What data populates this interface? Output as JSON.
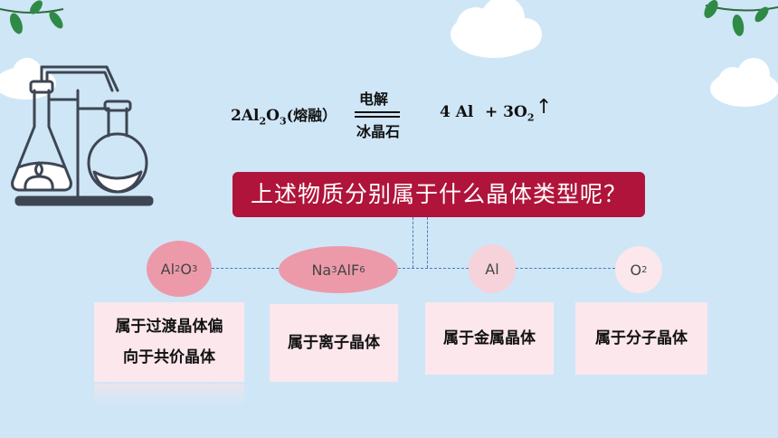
{
  "equation": {
    "coef_reactant": "2Al",
    "sub_a": "2",
    "o": "O",
    "sub_b": "3",
    "state": "(熔融）",
    "condition_top": "电解",
    "condition_bottom": "冰晶石",
    "product_1": "4 Al",
    "plus": "+ 3O",
    "sub_c": "2",
    "gas_arrow": "↑"
  },
  "question": "上述物质分别属于什么晶体类型呢？",
  "substances": [
    {
      "base": "Al",
      "s1": "2",
      "mid": "O",
      "s2": "3"
    },
    {
      "base": "Na",
      "s1": "3",
      "mid": "AlF",
      "s2": "6"
    },
    {
      "base": "Al",
      "s1": "",
      "mid": "",
      "s2": ""
    },
    {
      "base": "O",
      "s1": "2",
      "mid": "",
      "s2": ""
    }
  ],
  "answers": [
    {
      "line1": "属于过渡晶体偏",
      "line2": "向于共价晶体"
    },
    {
      "line1": "属于离子晶体",
      "line2": ""
    },
    {
      "line1": "属于金属晶体",
      "line2": ""
    },
    {
      "line1": "属于分子晶体",
      "line2": ""
    }
  ],
  "colors": {
    "background": "#cfe6f7",
    "banner": "#b0143a",
    "oval_dark": "#ec9aaa",
    "oval_light": "#f6d2da",
    "box": "#fbe7ec",
    "dash": "#4a7db5"
  }
}
